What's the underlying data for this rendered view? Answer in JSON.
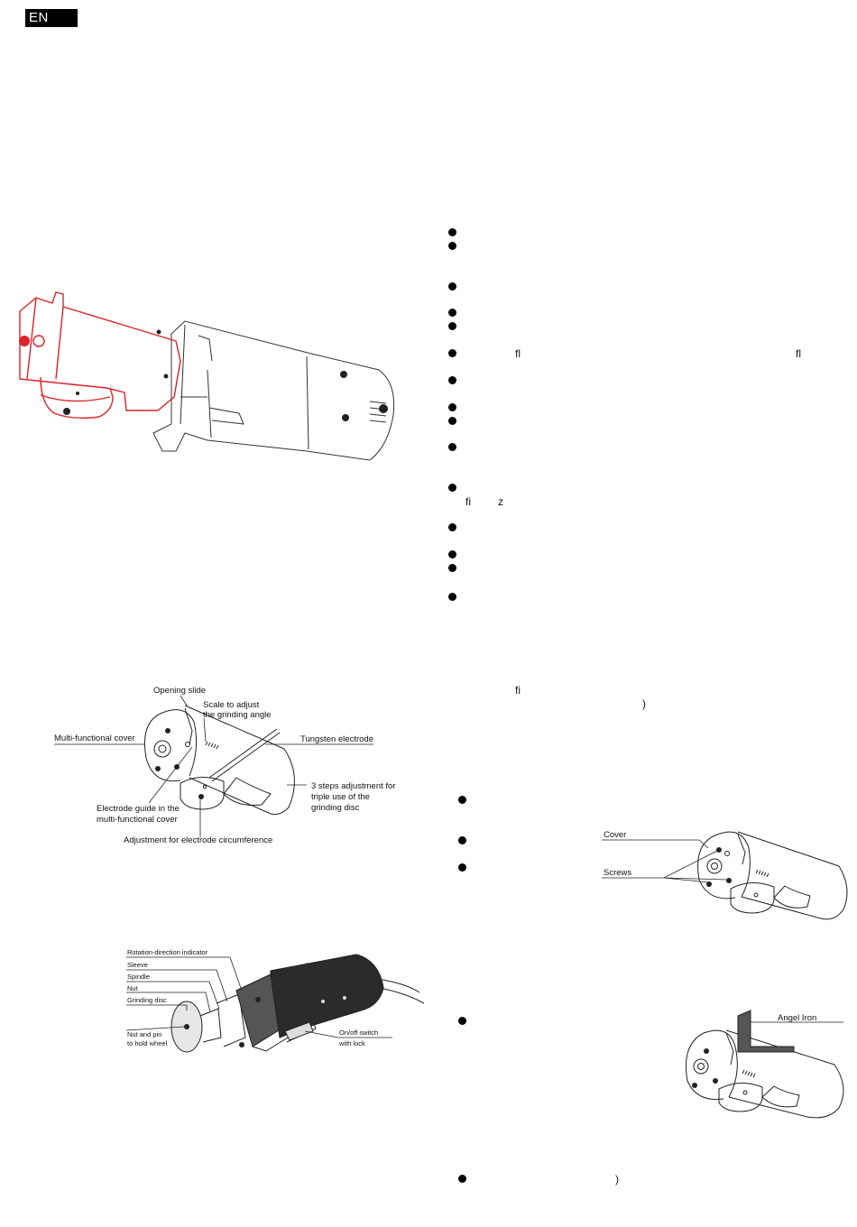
{
  "language_badge": "EN",
  "text_fragments": {
    "f1": "fl",
    "f2": "fl",
    "f3": "fi",
    "f4": "z",
    "f5": "fi",
    "f6": ")",
    "f7": ")"
  },
  "figure_cover": {
    "opening_slide": "Opening slide",
    "scale_line1": "Scale to adjust",
    "scale_line2": "the grinding angle",
    "multi_cover": "Multi-functional cover",
    "tungsten": "Tungsten electrode",
    "steps_line1": "3 steps adjustment for",
    "steps_line2": "triple use of the",
    "steps_line3": "grinding disc",
    "guide_line1": "Electrode guide in the",
    "guide_line2": "multi-functional cover",
    "circumference": "Adjustment for electrode circumference"
  },
  "figure_tool": {
    "rotation": "Rotation-direction indicator",
    "sleeve": "Sleeve",
    "spindle": "Spindle",
    "nut": "Nut",
    "disc": "Grinding disc",
    "nutpin_line1": "Nut and pin",
    "nutpin_line2": "to hold wheel",
    "switch_line1": "On/off switch",
    "switch_line2": "with lock"
  },
  "figure_screws": {
    "cover": "Cover",
    "screws": "Screws"
  },
  "figure_angle": {
    "angle_iron": "Angel Iron"
  }
}
